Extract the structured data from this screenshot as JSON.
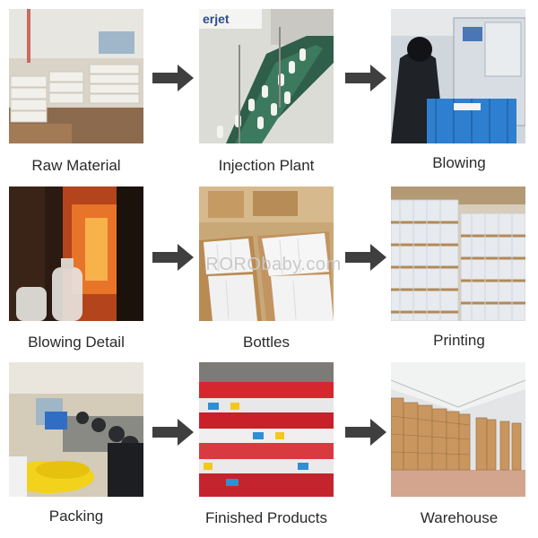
{
  "steps": [
    {
      "label": "Raw Material"
    },
    {
      "label": "Injection Plant"
    },
    {
      "label": "Blowing"
    },
    {
      "label": "Blowing Detail"
    },
    {
      "label": "Bottles"
    },
    {
      "label": "Printing"
    },
    {
      "label": "Packing"
    },
    {
      "label": "Finished Products"
    },
    {
      "label": "Warehouse"
    }
  ],
  "sign_text": "erjet",
  "watermark": "RORObaby.com",
  "colors": {
    "arrow": "#3f3f3f",
    "caption": "#2a2a2a",
    "watermark": "#c9c9c9"
  }
}
